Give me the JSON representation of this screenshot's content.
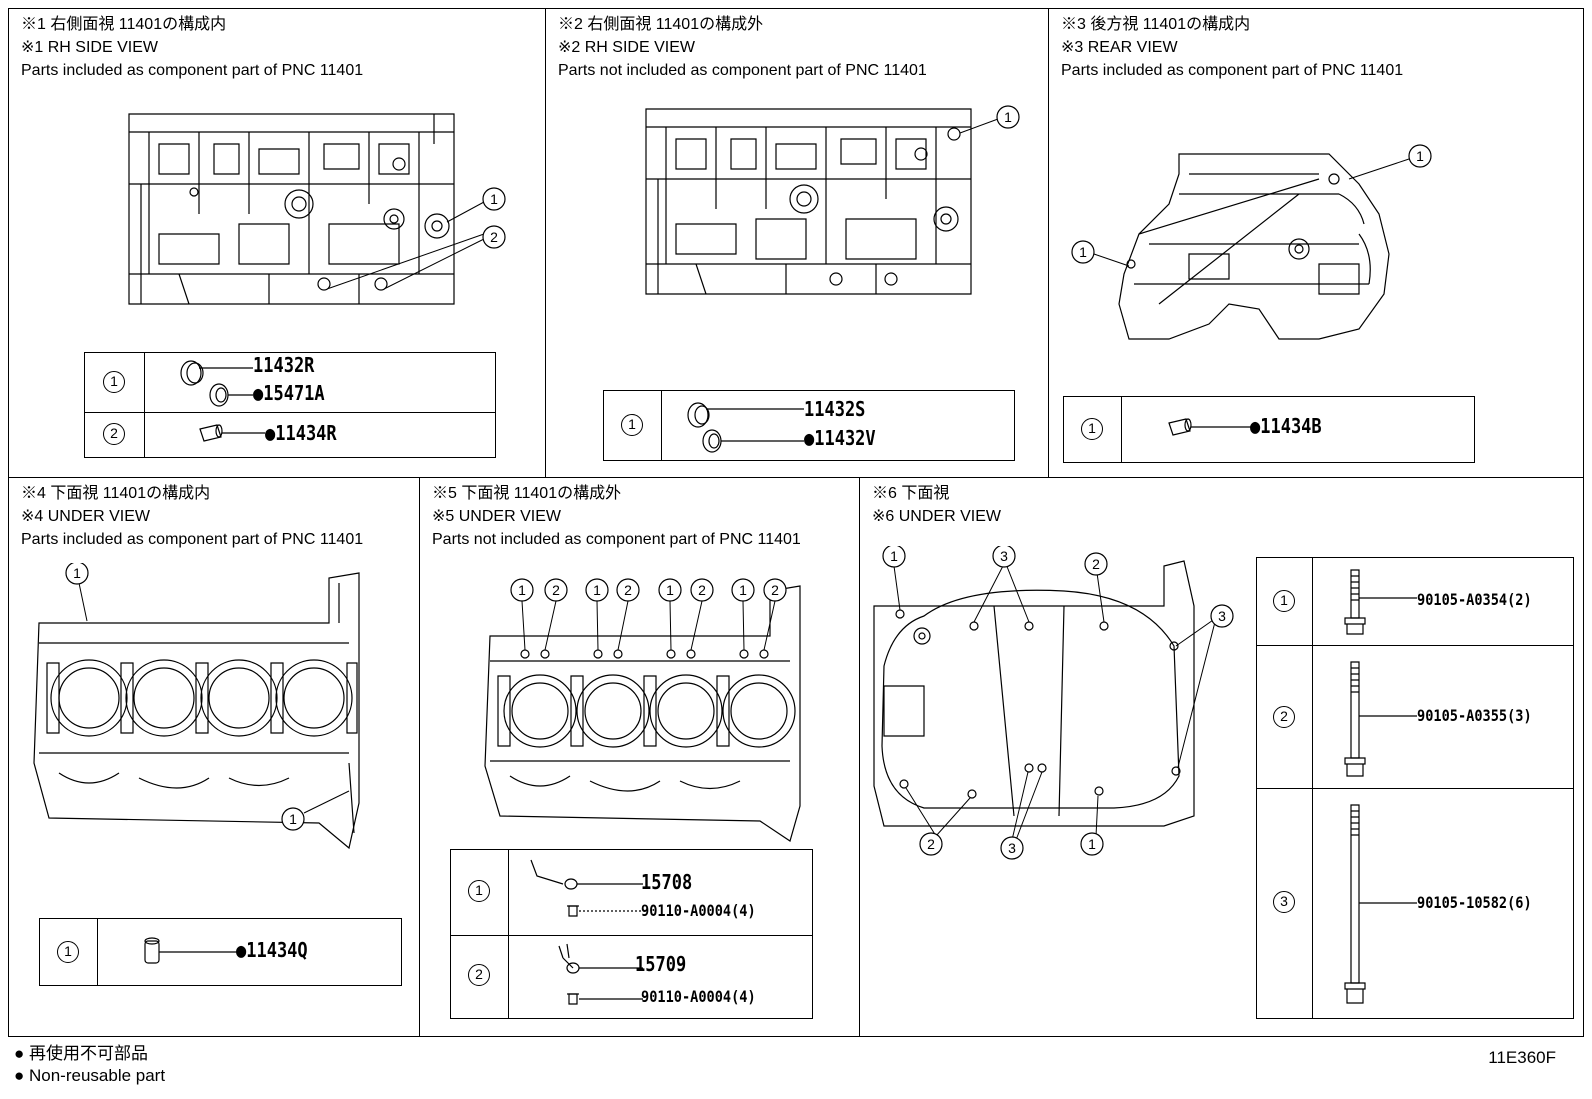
{
  "panels": {
    "p1": {
      "jp": "※1 右側面視 11401の構成内",
      "en": "※1 RH SIDE VIEW",
      "desc": "Parts included as component part of PNC 11401",
      "rows": [
        {
          "num": "1",
          "parts": [
            "11432R",
            "●15471A"
          ]
        },
        {
          "num": "2",
          "parts": [
            "●11434R"
          ]
        }
      ],
      "callouts": [
        "1",
        "2"
      ]
    },
    "p2": {
      "jp": "※2 右側面視 11401の構成外",
      "en": "※2 RH SIDE VIEW",
      "desc": "Parts not included as component part of PNC 11401",
      "rows": [
        {
          "num": "1",
          "parts": [
            "11432S",
            "●11432V"
          ]
        }
      ],
      "callouts": [
        "1"
      ]
    },
    "p3": {
      "jp": "※3 後方視 11401の構成内",
      "en": "※3 REAR VIEW",
      "desc": "Parts included as component part of PNC 11401",
      "rows": [
        {
          "num": "1",
          "parts": [
            "●11434B"
          ]
        }
      ],
      "callouts": [
        "1",
        "1"
      ]
    },
    "p4": {
      "jp": "※4 下面視 11401の構成内",
      "en": "※4 UNDER VIEW",
      "desc": "Parts included as component part of PNC 11401",
      "rows": [
        {
          "num": "1",
          "parts": [
            "●11434Q"
          ]
        }
      ],
      "callouts": [
        "1",
        "1"
      ]
    },
    "p5": {
      "jp": "※5 下面視 11401の構成外",
      "en": "※5 UNDER VIEW",
      "desc": "Parts not included as component part of PNC 11401",
      "rows": [
        {
          "num": "1",
          "parts": [
            "15708",
            "90110-A0004(4)"
          ]
        },
        {
          "num": "2",
          "parts": [
            "15709",
            "90110-A0004(4)"
          ]
        }
      ],
      "callouts": [
        "1",
        "2",
        "1",
        "2",
        "1",
        "2",
        "1",
        "2"
      ]
    },
    "p6": {
      "jp": "※6 下面視",
      "en": "※6 UNDER VIEW",
      "rows": [
        {
          "num": "1",
          "parts": [
            "90105-A0354(2)"
          ]
        },
        {
          "num": "2",
          "parts": [
            "90105-A0355(3)"
          ]
        },
        {
          "num": "3",
          "parts": [
            "90105-10582(6)"
          ]
        }
      ],
      "callouts": [
        "1",
        "3",
        "2",
        "3",
        "2",
        "3",
        "1"
      ]
    }
  },
  "legend": {
    "jp": "● 再使用不可部品",
    "en": "● Non-reusable part"
  },
  "diagram_code": "11E360F"
}
